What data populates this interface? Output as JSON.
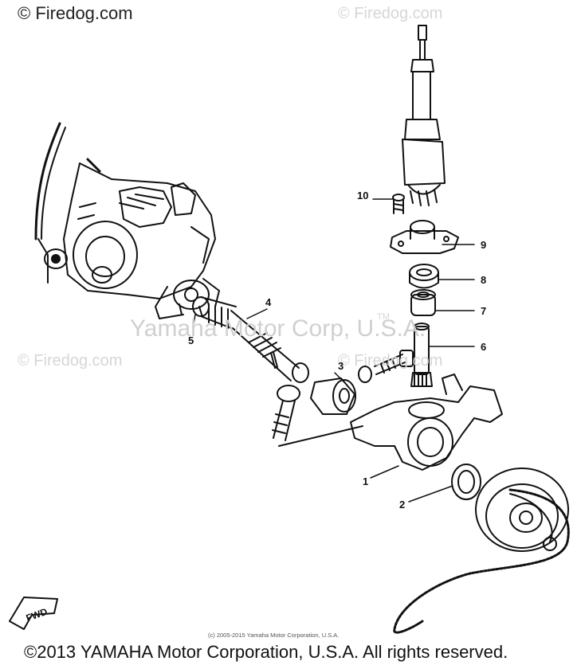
{
  "watermarks": {
    "top_left": "© Firedog.com",
    "top_right": "© Firedog.com",
    "middle_left": "© Firedog.com",
    "middle_right": "© Firedog.com",
    "center": "Yamaha Motor Corp, U.S.A.",
    "tm": "TM"
  },
  "footer": {
    "small_copyright": "(c) 2005-2015 Yamaha Motor Corporation, U.S.A.",
    "copyright": "©2013 YAMAHA Motor Corporation, U.S.A. All rights reserved."
  },
  "direction_badge": "FWD",
  "callouts": {
    "c1": "1",
    "c2": "2",
    "c3": "3",
    "c4": "4",
    "c5": "5",
    "c6": "6",
    "c7": "7",
    "c8": "8",
    "c9": "9",
    "c10": "10"
  }
}
